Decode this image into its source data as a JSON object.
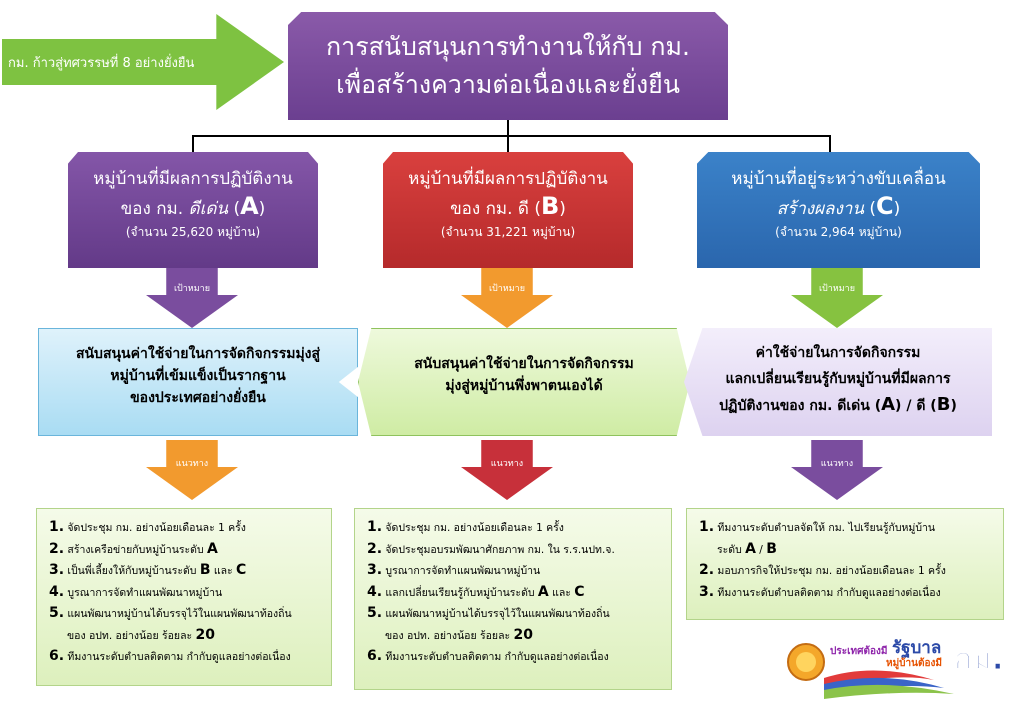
{
  "arrow_left": "กม. ก้าวสู่ทศวรรษที่ 8 อย่างยั่งยืน",
  "title": {
    "line1": "การสนับสนุนการทำงานให้กับ กม.",
    "line2": "เพื่อสร้างความต่อเนื่องและยั่งยืน"
  },
  "cards": {
    "a": {
      "line1": "หมู่บ้านที่มีผลการปฏิบัติงาน",
      "line2_pre": "ของ กม.",
      "line2_em": "ดีเด่น",
      "letter": "A",
      "count": "(จำนวน 25,620 หมู่บ้าน)"
    },
    "b": {
      "line1": "หมู่บ้านที่มีผลการปฏิบัติงาน",
      "line2_pre": "ของ กม. ดี",
      "letter": "B",
      "count": "(จำนวน 31,221 หมู่บ้าน)"
    },
    "c": {
      "line1": "หมู่บ้านที่อยู่ระหว่างขับเคลื่อน",
      "line2_em": "สร้างผลงาน",
      "letter": "C",
      "count": "(จำนวน 2,964 หมู่บ้าน)"
    }
  },
  "target_label": "เป้าหมาย",
  "approach_label": "แนวทาง",
  "objectives": {
    "a": [
      "สนับสนุนค่าใช้จ่ายในการจัดกิจกรรมมุ่งสู่",
      "หมู่บ้านที่เข้มแข็งเป็นรากฐาน",
      "ของประเทศอย่างยั่งยืน"
    ],
    "b": [
      "สนับสนุนค่าใช้จ่ายในการจัดกิจกรรม",
      "มุ่งสู่หมู่บ้านพึ่งพาตนเองได้"
    ],
    "c": {
      "line1": "ค่าใช้จ่ายในการจัดกิจกรรม",
      "line2": "แลกเปลี่ยนเรียนรู้กับหมู่บ้านที่มีผลการ",
      "line3_pre": "ปฏิบัติงานของ กม. ดีเด่น",
      "letter_a": "A",
      "mid": "/ ดี",
      "letter_b": "B"
    }
  },
  "lists": {
    "a": [
      {
        "n": "1.",
        "text": "จัดประชุม กม. อย่างน้อยเดือนละ 1 ครั้ง"
      },
      {
        "n": "2.",
        "text": "สร้างเครือข่ายกับหมู่บ้านระดับ",
        "bold": "A"
      },
      {
        "n": "3.",
        "text": "เป็นพี่เลี้ยงให้กับหมู่บ้านระดับ",
        "bold": "B",
        "text2": "และ",
        "bold2": "C"
      },
      {
        "n": "4.",
        "text": "บูรณาการจัดทำแผนพัฒนาหมู่บ้าน"
      },
      {
        "n": "5.",
        "text": "แผนพัฒนาหมู่บ้านได้บรรจุไว้ในแผนพัฒนาท้องถิ่น"
      },
      {
        "cont": "ของ อปท. อย่างน้อย  ร้อยละ",
        "bold": "20"
      },
      {
        "n": "6.",
        "text": "ทีมงานระดับตำบลติดตาม กำกับดูแลอย่างต่อเนื่อง"
      }
    ],
    "b": [
      {
        "n": "1.",
        "text": "จัดประชุม กม. อย่างน้อยเดือนละ 1 ครั้ง"
      },
      {
        "n": "2.",
        "text": "จัดประชุมอบรมพัฒนาศักยภาพ กม. ใน ร.ร.นปท.จ."
      },
      {
        "n": "3.",
        "text": "บูรณาการจัดทำแผนพัฒนาหมู่บ้าน"
      },
      {
        "n": "4.",
        "text": "แลกเปลี่ยนเรียนรู้กับหมู่บ้านระดับ",
        "bold": "A",
        "text2": "และ",
        "bold2": "C"
      },
      {
        "n": "5.",
        "text": "แผนพัฒนาหมู่บ้านได้บรรจุไว้ในแผนพัฒนาท้องถิ่น"
      },
      {
        "cont": "ของ อปท. อย่างน้อย  ร้อยละ",
        "bold": "20"
      },
      {
        "n": "6.",
        "text": "ทีมงานระดับตำบลติดตาม กำกับดูแลอย่างต่อเนื่อง"
      }
    ],
    "c": [
      {
        "n": "1.",
        "text": "ทีมงานระดับตำบลจัดให้ กม. ไปเรียนรู้กับหมู่บ้าน"
      },
      {
        "cont": "ระดับ",
        "bold": "A",
        "text2": "/",
        "bold2": "B"
      },
      {
        "n": "2.",
        "text": "มอบภารกิจให้ประชุม กม. อย่างน้อยเดือนละ 1 ครั้ง"
      },
      {
        "n": "3.",
        "text": "ทีมงานระดับตำบลติดตาม กำกับดูแลอย่างต่อเนื่อง"
      }
    ]
  },
  "logo": {
    "line1_small": "ประเทศต้องมี",
    "line1_big": "รัฐบาล",
    "line2": "หมู่บ้านต้องมี",
    "mark": "กม."
  }
}
